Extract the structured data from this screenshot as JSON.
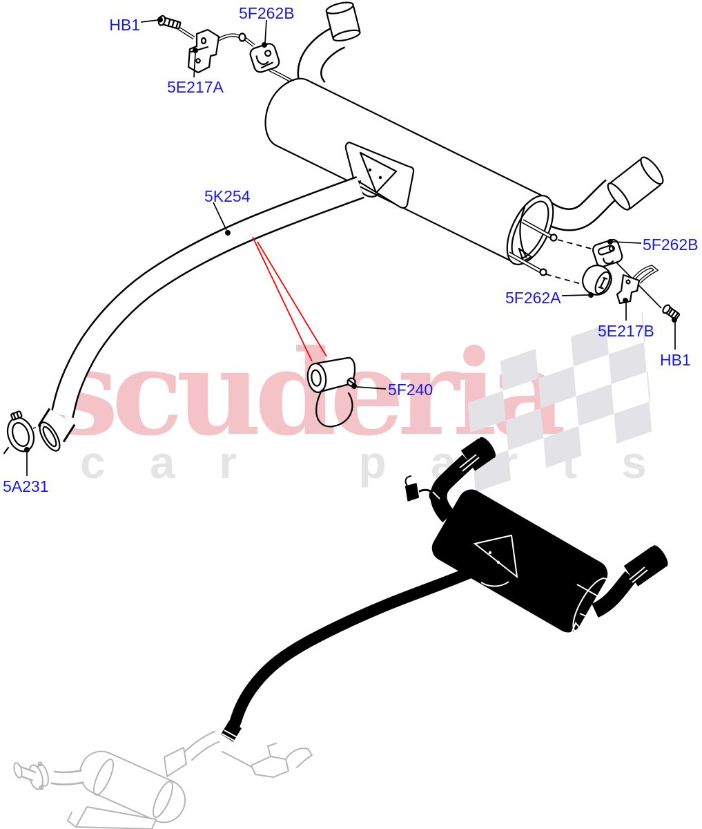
{
  "watermark": {
    "brand": "scuderia",
    "tagline": "car parts"
  },
  "labels": {
    "hb1_top": "HB1",
    "f262b_top": "5F262B",
    "e217a": "5E217A",
    "k254": "5K254",
    "f240": "5F240",
    "f262b_right": "5F262B",
    "f262a": "5F262A",
    "e217b": "5E217B",
    "hb1_right": "HB1",
    "a231": "5A231"
  },
  "colors": {
    "label-blue": "#1a1ae0",
    "highlight-red": "#ff0000",
    "watermark-pink": "#f4c3c8",
    "watermark-gray": "#e4e4e4",
    "checker-gray": "#e3e3e7",
    "line-black": "#000000",
    "faded-gray": "#b4b4b4"
  }
}
